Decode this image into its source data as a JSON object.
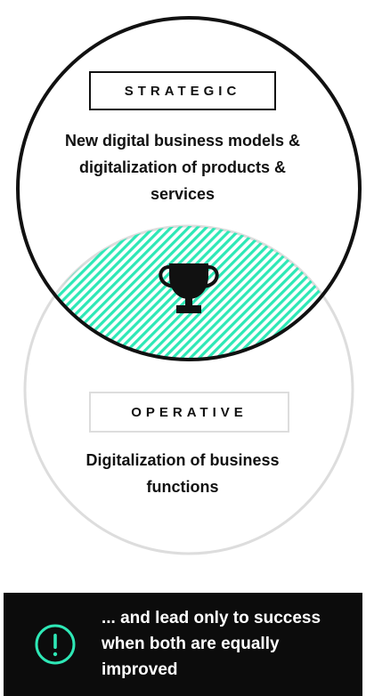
{
  "strategic": {
    "label": "STRATEGIC",
    "description": "New digital business models & digitalization of products & services"
  },
  "operative": {
    "label": "OPERATIVE",
    "description": "Digitalization of business functions"
  },
  "intersection": {
    "icon": "trophy-icon",
    "pattern_color": "#2ee8b6"
  },
  "callout": {
    "icon": "exclamation-circle-icon",
    "text": "... and lead only to success when both are equally improved",
    "background_color": "#0c0c0c",
    "accent_color": "#2ee8b6"
  },
  "colors": {
    "strategic_circle": "#111111",
    "operative_circle": "#dddddd"
  }
}
